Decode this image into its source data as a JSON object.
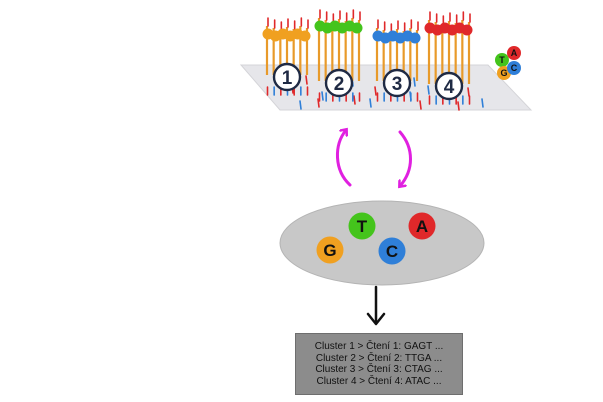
{
  "clusters": [
    {
      "number": "1",
      "color": "#f0a020"
    },
    {
      "number": "2",
      "color": "#44c41c"
    },
    {
      "number": "3",
      "color": "#2f7fd8"
    },
    {
      "number": "4",
      "color": "#e0282a"
    }
  ],
  "legend": {
    "bases": [
      {
        "letter": "T",
        "color": "#44c41c"
      },
      {
        "letter": "A",
        "color": "#e0282a"
      },
      {
        "letter": "G",
        "color": "#f0a020"
      },
      {
        "letter": "C",
        "color": "#2f7fd8"
      }
    ]
  },
  "sequencer": {
    "bases": [
      {
        "letter": "T",
        "color": "#44c41c"
      },
      {
        "letter": "A",
        "color": "#e0282a"
      },
      {
        "letter": "G",
        "color": "#f0a020"
      },
      {
        "letter": "C",
        "color": "#2f7fd8"
      }
    ],
    "fill_color": "#c8c8c8"
  },
  "cycle_arrow_color": "#e020e0",
  "output": {
    "lines": [
      "Cluster 1 > Čtení 1: GAGT ...",
      "Cluster 2 > Čtení 2: TTGA ...",
      "Cluster 3 > Čtení 3: CTAG ...",
      "Cluster 4 > Čtení 4: ATAC ..."
    ]
  }
}
